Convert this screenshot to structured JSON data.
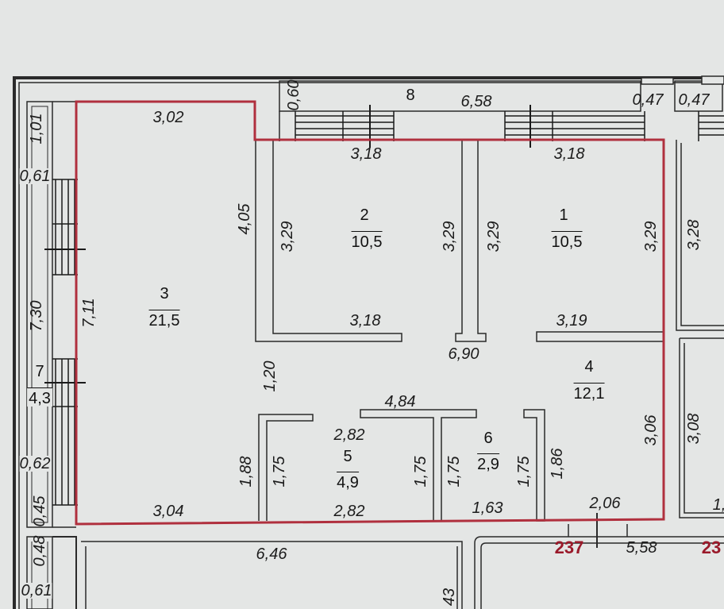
{
  "plan": {
    "rooms": [
      {
        "number": "1",
        "area": "10,5"
      },
      {
        "number": "2",
        "area": "10,5"
      },
      {
        "number": "3",
        "area": "21,5"
      },
      {
        "number": "4",
        "area": "12,1"
      },
      {
        "number": "5",
        "area": "4,9"
      },
      {
        "number": "6",
        "area": "2,9"
      },
      {
        "number": "7",
        "area": "4,3"
      },
      {
        "number": "8"
      }
    ],
    "dimensions": [
      "0,60",
      "6,58",
      "0,47",
      "0,47",
      "3,02",
      "3,18",
      "3,18",
      "1,01",
      "0,61",
      "7,30",
      "0,62",
      "0,45",
      "0,48",
      "0,61",
      "4,05",
      "7,11",
      "3,29",
      "3,29",
      "3,29",
      "3,29",
      "3,28",
      "3,18",
      "3,19",
      "6,90",
      "1,20",
      "4,84",
      "2,82",
      "3,06",
      "3,08",
      "1,88",
      "1,75",
      "1,75",
      "1,75",
      "1,75",
      "1,86",
      "3,04",
      "2,82",
      "1,63",
      "2,06",
      "5,58",
      "6,46",
      "43",
      "1,"
    ],
    "apartment_numbers": [
      "237",
      "23"
    ],
    "colors": {
      "wall": "#2a2a2a",
      "outline": "#b0303e",
      "background": "#e4e6e5",
      "label": "#9a1a2a"
    }
  }
}
